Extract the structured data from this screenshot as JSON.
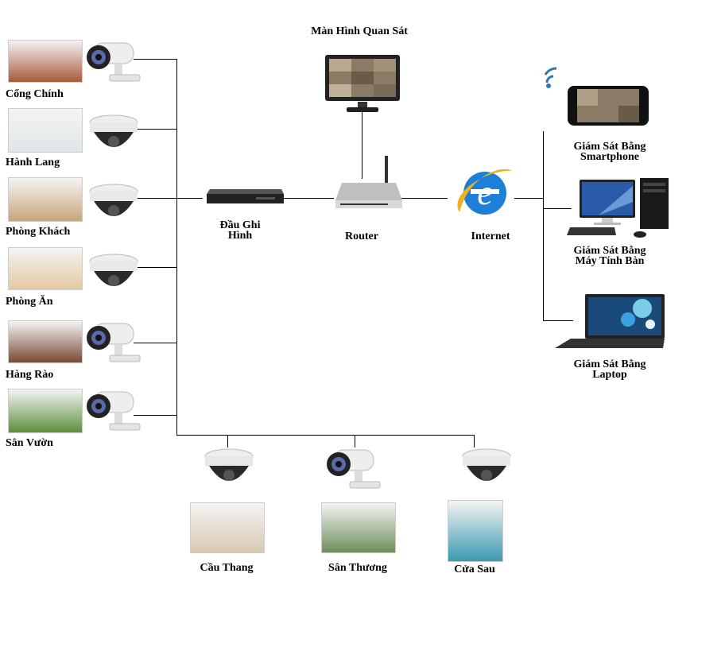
{
  "title": "Màn Hình Quan Sát",
  "nvr_label": [
    "Đầu Ghi",
    "Hình"
  ],
  "router_label": "Router",
  "internet_label": "Internet",
  "left_cameras": [
    {
      "label": "Cổng Chính",
      "type": "bullet",
      "photo": "#a85a3a"
    },
    {
      "label": "Hành Lang",
      "type": "dome",
      "photo": "#dfe6e8"
    },
    {
      "label": "Phòng Khách",
      "type": "dome",
      "photo": "#c9a57a"
    },
    {
      "label": "Phòng Ăn",
      "type": "dome",
      "photo": "#e3c9a0"
    },
    {
      "label": "Hàng Rào",
      "type": "bullet",
      "photo": "#7a4a35"
    },
    {
      "label": "Sân Vườn",
      "type": "bullet",
      "photo": "#5e8e3e"
    }
  ],
  "bottom_cameras": [
    {
      "label": "Cầu Thang",
      "type": "dome",
      "photo": "#d8c8b0"
    },
    {
      "label": "Sân Thương",
      "type": "bullet",
      "photo": "#6f8f5a"
    },
    {
      "label": "Cửa Sau",
      "type": "dome",
      "photo": "#3a9ab0"
    }
  ],
  "clients": [
    {
      "label": [
        "Giám Sát Bằng",
        "Smartphone"
      ],
      "icon": "smartphone-icon"
    },
    {
      "label": [
        "Giám Sát Bằng",
        "Máy Tính Bàn"
      ],
      "icon": "desktop-icon"
    },
    {
      "label": [
        "Giám Sát Bằng",
        "Laptop"
      ],
      "icon": "laptop-icon"
    }
  ],
  "colors": {
    "line": "#000000",
    "ie_blue": "#1e7fd8",
    "ie_ring": "#f0b020",
    "wifi": "#2a7ab8"
  }
}
